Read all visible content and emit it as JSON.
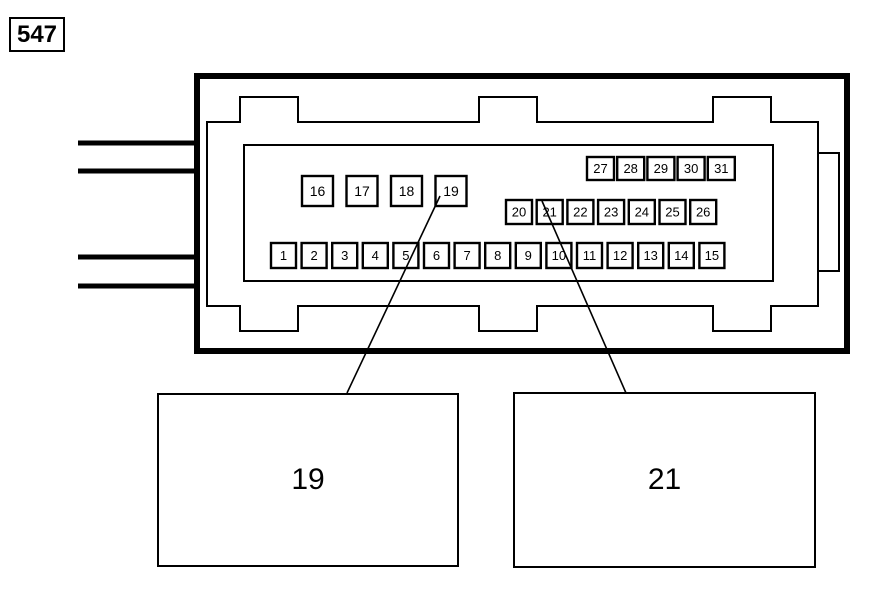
{
  "figure_number": "547",
  "pins": [
    {
      "label": "1"
    },
    {
      "label": "2"
    },
    {
      "label": "3"
    },
    {
      "label": "4"
    },
    {
      "label": "5"
    },
    {
      "label": "6"
    },
    {
      "label": "7"
    },
    {
      "label": "8"
    },
    {
      "label": "9"
    },
    {
      "label": "10"
    },
    {
      "label": "11"
    },
    {
      "label": "12"
    },
    {
      "label": "13"
    },
    {
      "label": "14"
    },
    {
      "label": "15"
    },
    {
      "label": "16"
    },
    {
      "label": "17"
    },
    {
      "label": "18"
    },
    {
      "label": "19"
    },
    {
      "label": "20"
    },
    {
      "label": "21"
    },
    {
      "label": "22"
    },
    {
      "label": "23"
    },
    {
      "label": "24"
    },
    {
      "label": "25"
    },
    {
      "label": "26"
    },
    {
      "label": "27"
    },
    {
      "label": "28"
    },
    {
      "label": "29"
    },
    {
      "label": "30"
    },
    {
      "label": "31"
    }
  ],
  "callouts": [
    {
      "label": "19"
    },
    {
      "label": "21"
    }
  ],
  "colors": {
    "ink": "#000000",
    "paper": "#ffffff"
  }
}
